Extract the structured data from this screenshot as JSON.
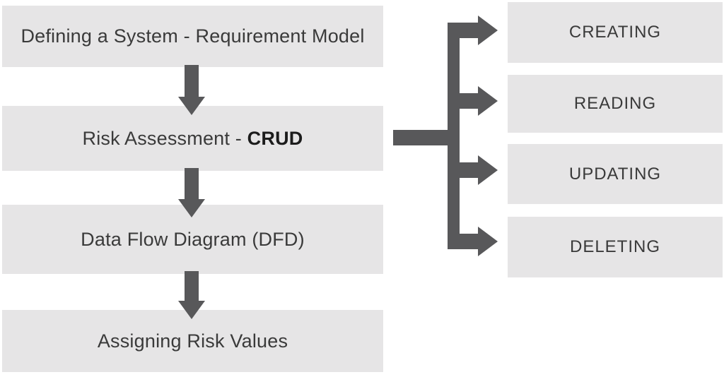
{
  "colors": {
    "page_bg": "#ffffff",
    "box_bg": "#e6e5e6",
    "arrow": "#58585a",
    "text": "#3a3a3a",
    "bold_text": "#1c1c1c"
  },
  "left_steps": [
    {
      "label": "Defining a System - Requirement Model"
    },
    {
      "label_prefix": "Risk Assessment - ",
      "label_bold": "CRUD"
    },
    {
      "label": "Data Flow Diagram (DFD)"
    },
    {
      "label": "Assigning Risk Values"
    }
  ],
  "crud_operations": [
    {
      "label": "CREATING"
    },
    {
      "label": "READING"
    },
    {
      "label": "UPDATING"
    },
    {
      "label": "DELETING"
    }
  ]
}
